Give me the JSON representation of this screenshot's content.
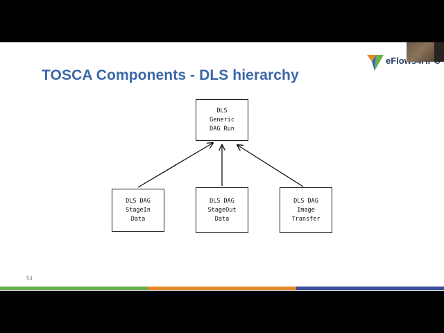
{
  "slide": {
    "title": "TOSCA Components - DLS hierarchy",
    "logo_text": "eFlows4HPC",
    "page_number": "54"
  },
  "diagram": {
    "root": {
      "label": "DLS\nGeneric\nDAG Run"
    },
    "children": [
      {
        "label": "DLS DAG\nStageIn\nData"
      },
      {
        "label": "DLS DAG\nStageOut\nData"
      },
      {
        "label": "DLS DAG\nImage\nTransfer"
      }
    ]
  },
  "footer_colors": [
    "#6ab04c",
    "#e5892b",
    "#3d4f9a"
  ],
  "title_color": "#3a67a8"
}
